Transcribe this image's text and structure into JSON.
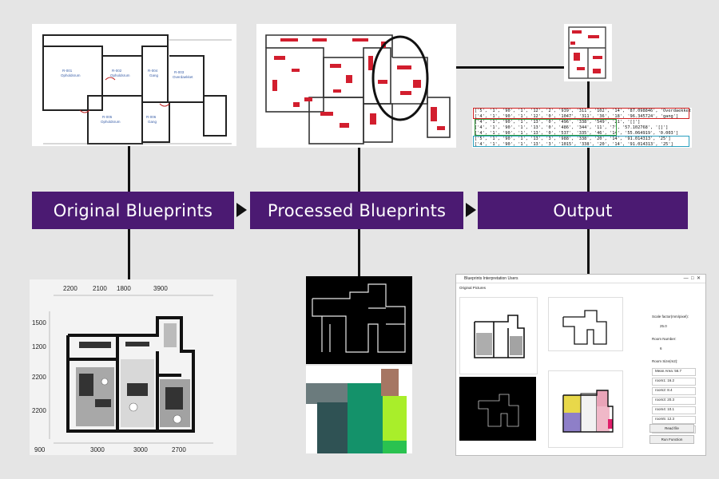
{
  "stages": [
    {
      "label": "Original Blueprints"
    },
    {
      "label": "Processed Blueprints"
    },
    {
      "label": "Output"
    }
  ],
  "top_plan_rooms": [
    {
      "id": "R-001",
      "name": "Opholdsrum"
    },
    {
      "id": "R-002",
      "name": "Opholdsrum"
    },
    {
      "id": "R-003",
      "name": "Overdaekket"
    },
    {
      "id": "R-004",
      "name": "Gang"
    },
    {
      "id": "R-005",
      "name": "Opholdsrum"
    },
    {
      "id": "R-006",
      "name": "Gang"
    }
  ],
  "output_rows": [
    "['5', '1', '90', '1', '12', '2', '939', '311', '102', '14', '87.098846', 'Overdaekket']",
    "['4', '1', '90', '1', '12', '0', '1047', '311', '36', '18', '96.345724', 'gang']",
    "['4', '1', '90', '1', '13', '0', '496', '338', '549', '21', '[]']",
    "['4', '1', '90', '1', '13', '0', '486', '344', '11', '7', '57.102768', '[]']",
    "['4', '1', '90', '1', '13', '0', '537', '335', '46', '14', '55.064919', '0.003']",
    "['5', '1', '90', '1', '13', '3', '988', '338', '20', '14', '91.014313', '25']",
    "['4', '1', '90', '1', '13', '3', '1015', '338', '20', '14', '91.014313', '25']"
  ],
  "output_row_colors": [
    "#d02020",
    "#2f9a3a",
    "#2aa0c0"
  ],
  "dims_top": [
    "2200",
    "2100",
    "1800",
    "3900"
  ],
  "dims_bottom": [
    "900",
    "3000",
    "3000",
    "2700"
  ],
  "dims_left": [
    "1500",
    "1200",
    "2200",
    "2200"
  ],
  "gui": {
    "title": "Blueprints Interpretation Users",
    "original_label": "Original Pictures",
    "scale_label": "Scale factor(mm/pixel):",
    "scale_value": "25.0",
    "room_number_label": "Room Number:",
    "room_number_value": "6",
    "room_size_label": "Room Size(m2):",
    "room_sizes": [
      "Mean Area: 56.7",
      "room1: 16.2",
      "room2: 8.4",
      "room3: 20.3",
      "room4: 10.1",
      "room5: 12.3",
      "room6: 2.3"
    ],
    "read_button": "Read file",
    "run_button": "Run Function"
  },
  "colors": {
    "stage_box": "#4b1a72",
    "background": "#e5e5e5",
    "seg_colors": [
      "#2f5254",
      "#14926a",
      "#0d9e76",
      "#a67663",
      "#a9ee2a",
      "#2ac250",
      "#6b7b7d"
    ]
  }
}
